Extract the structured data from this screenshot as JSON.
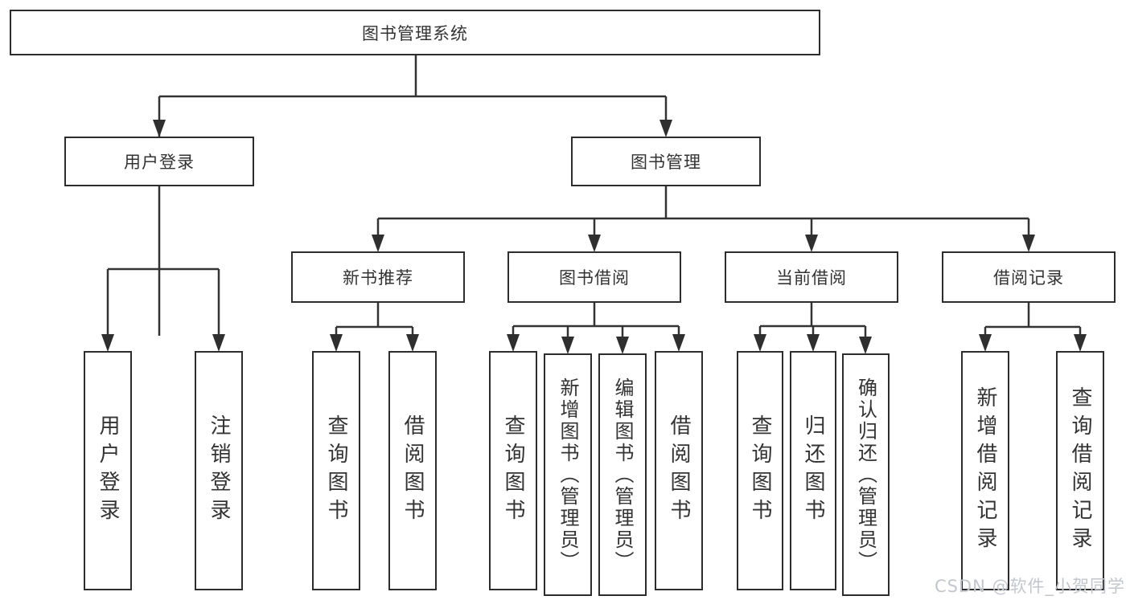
{
  "tree": {
    "root": {
      "label": "图书管理系统"
    },
    "branches": [
      {
        "label": "用户登录",
        "children": [
          {
            "label": "用户登录"
          },
          {
            "label": "注销登录"
          }
        ]
      },
      {
        "label": "图书管理",
        "children": [
          {
            "label": "新书推荐",
            "children": [
              {
                "label": "查询图书"
              },
              {
                "label": "借阅图书"
              }
            ]
          },
          {
            "label": "图书借阅",
            "children": [
              {
                "label": "查询图书"
              },
              {
                "label": "新增图书（管理员）"
              },
              {
                "label": "编辑图书（管理员）"
              },
              {
                "label": "借阅图书"
              }
            ]
          },
          {
            "label": "当前借阅",
            "children": [
              {
                "label": "查询图书"
              },
              {
                "label": "归还图书"
              },
              {
                "label": "确认归还（管理员）"
              }
            ]
          },
          {
            "label": "借阅记录",
            "children": [
              {
                "label": "新增借阅记录"
              },
              {
                "label": "查询借阅记录"
              }
            ]
          }
        ]
      }
    ]
  },
  "watermark": {
    "text": "CSDN @软件_小贺同学"
  },
  "colors": {
    "line": "#333333",
    "box_border": "#2d2d2d",
    "text": "#333333",
    "watermark_text": "#c3c6cc",
    "background": "#ffffff"
  }
}
